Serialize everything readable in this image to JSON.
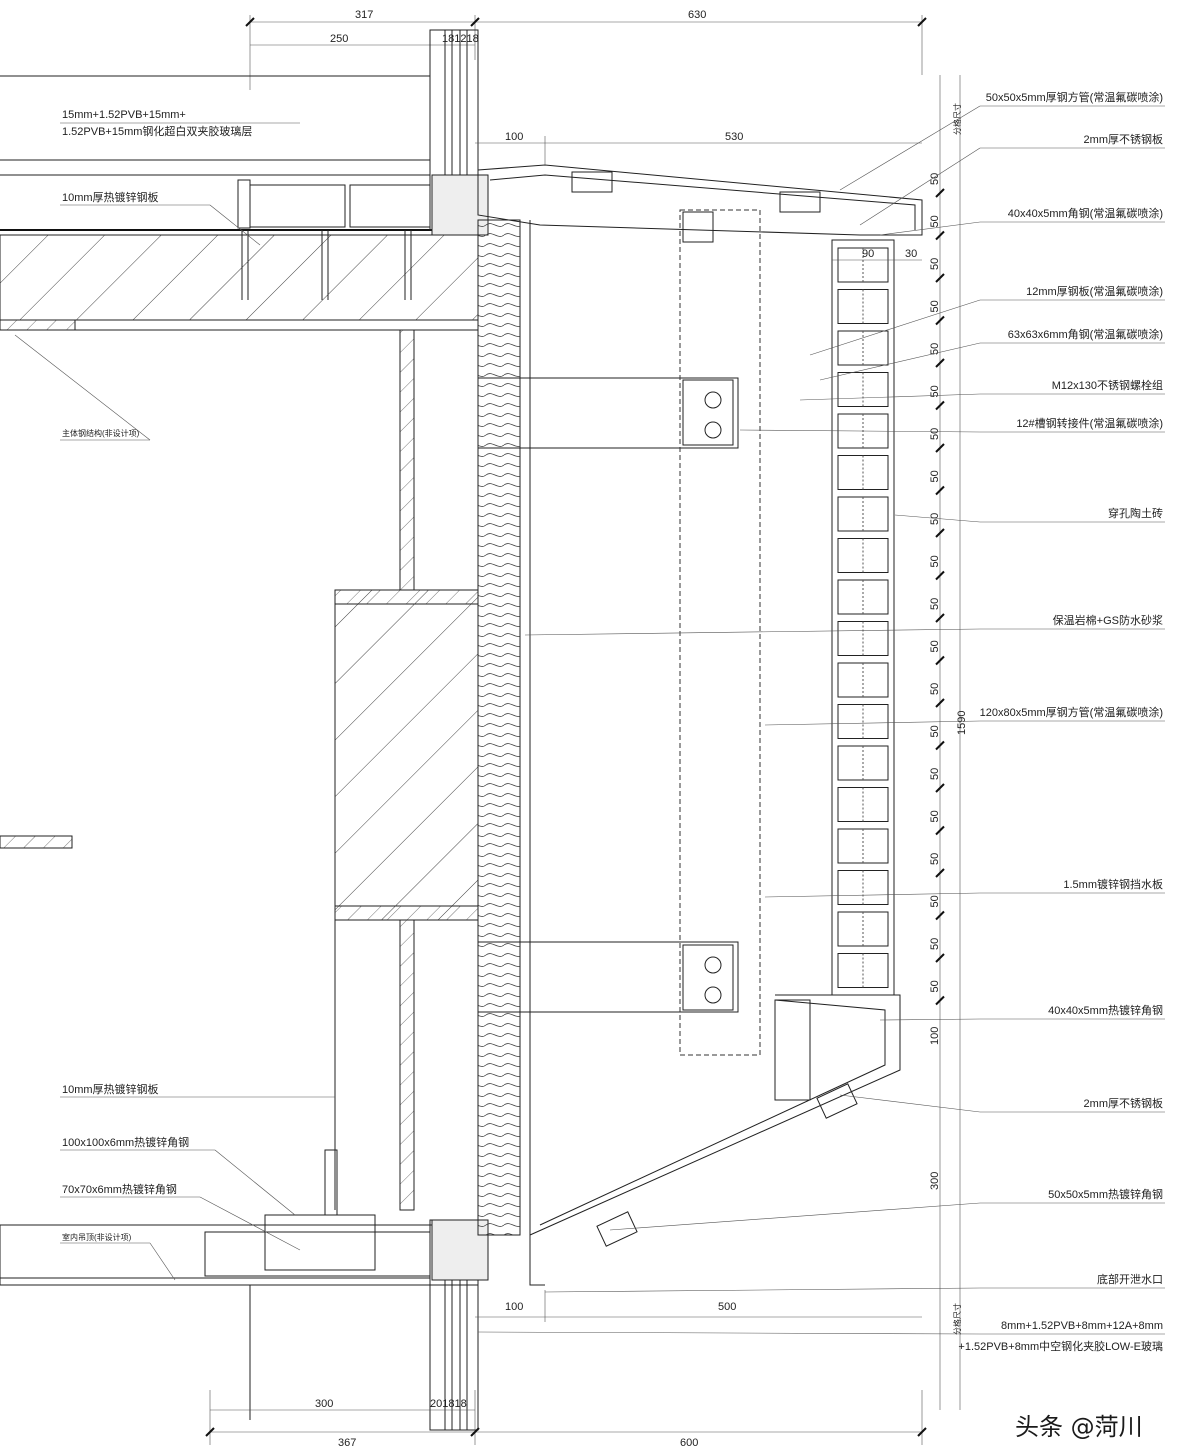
{
  "top_dims": {
    "d317": "317",
    "d630": "630",
    "d250": "250",
    "d181218": "181218"
  },
  "bottom_dims": {
    "d300": "300",
    "d201818": "201818",
    "d367": "367",
    "d600": "600"
  },
  "inner_dims": {
    "d100_top": "100",
    "d530": "530",
    "d90": "90",
    "d30": "30",
    "d100_bot": "100",
    "d500": "500"
  },
  "right_dims": {
    "unit50": "50",
    "d100": "100",
    "d300": "300",
    "d1590": "1590",
    "note_top": "分格尺寸",
    "note_bot": "分格尺寸"
  },
  "left_labels": {
    "glass_top_1": "15mm+1.52PVB+15mm+",
    "glass_top_2": "1.52PVB+15mm钢化超白双夹胶玻璃层",
    "plate_top": "10mm厚热镀锌钢板",
    "main_steel": "主体钢结构(非设计项)",
    "plate_bot": "10mm厚热镀锌钢板",
    "angle100": "100x100x6mm热镀锌角钢",
    "angle70": "70x70x6mm热镀锌角钢",
    "ceiling": "室内吊顶(非设计项)"
  },
  "right_labels": [
    "50x50x5mm厚钢方管(常温氟碳喷涂)",
    "2mm厚不锈钢板",
    "40x40x5mm角钢(常温氟碳喷涂)",
    "12mm厚钢板(常温氟碳喷涂)",
    "63x63x6mm角钢(常温氟碳喷涂)",
    "M12x130不锈钢螺栓组",
    "12#槽钢转接件(常温氟碳喷涂)",
    "穿孔陶土砖",
    "保温岩棉+GS防水砂浆",
    "120x80x5mm厚钢方管(常温氟碳喷涂)",
    "1.5mm镀锌钢挡水板",
    "40x40x5mm热镀锌角钢",
    "2mm厚不锈钢板",
    "50x50x5mm热镀锌角钢",
    "底部开泄水口",
    "8mm+1.52PVB+8mm+12A+8mm",
    "+1.52PVB+8mm中空钢化夹胶LOW-E玻璃"
  ],
  "watermark": "头条 @菏川"
}
